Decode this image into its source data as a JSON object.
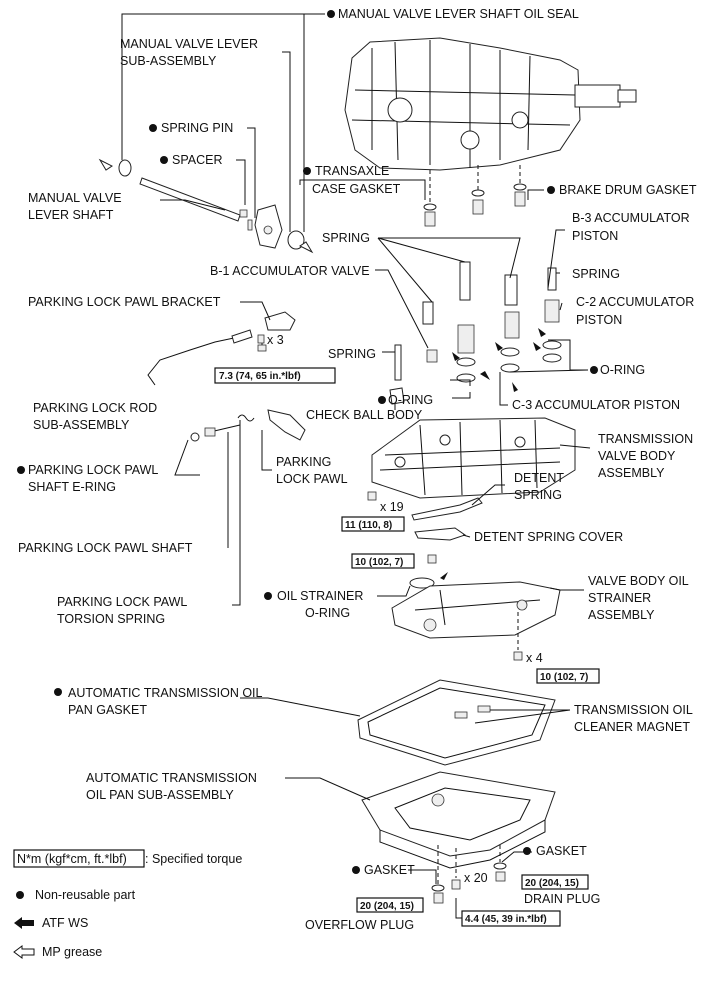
{
  "labels": {
    "manual_valve_lever_shaft_oil_seal": "MANUAL VALVE LEVER SHAFT OIL SEAL",
    "manual_valve_lever_line1": "MANUAL VALVE LEVER",
    "manual_valve_lever_line2": "SUB-ASSEMBLY",
    "spring_pin": "SPRING PIN",
    "spacer": "SPACER",
    "manual_valve_lever_shaft_line1": "MANUAL VALVE",
    "manual_valve_lever_shaft_line2": "LEVER SHAFT",
    "transaxle_case_gasket_line1": "TRANSAXLE",
    "transaxle_case_gasket_line2": "CASE GASKET",
    "brake_drum_gasket": "BRAKE DRUM GASKET",
    "b3_accumulator_piston_line1": "B-3 ACCUMULATOR",
    "b3_accumulator_piston_line2": "PISTON",
    "spring_top": "SPRING",
    "b1_accumulator_valve": "B-1 ACCUMULATOR VALVE",
    "spring_right": "SPRING",
    "c2_accumulator_piston_line1": "C-2 ACCUMULATOR",
    "c2_accumulator_piston_line2": "PISTON",
    "parking_lock_pawl_bracket": "PARKING LOCK PAWL BRACKET",
    "o_ring_right": "O-RING",
    "spring_left": "SPRING",
    "o_ring_left": "O-RING",
    "c3_accumulator_piston": "C-3 ACCUMULATOR PISTON",
    "parking_lock_rod_line1": "PARKING LOCK ROD",
    "parking_lock_rod_line2": "SUB-ASSEMBLY",
    "check_ball_body": "CHECK BALL BODY",
    "transmission_valve_body_line1": "TRANSMISSION",
    "transmission_valve_body_line2": "VALVE BODY",
    "transmission_valve_body_line3": "ASSEMBLY",
    "parking_lock_pawl_shaft_ering_line1": "PARKING LOCK PAWL",
    "parking_lock_pawl_shaft_ering_line2": "SHAFT E-RING",
    "parking_lock_pawl_line1": "PARKING",
    "parking_lock_pawl_line2": "LOCK PAWL",
    "detent_spring_line1": "DETENT",
    "detent_spring_line2": "SPRING",
    "detent_spring_cover": "DETENT SPRING COVER",
    "parking_lock_pawl_shaft": "PARKING LOCK PAWL SHAFT",
    "oil_strainer_oring_line1": "OIL STRAINER",
    "oil_strainer_oring_line2": "O-RING",
    "valve_body_oil_strainer_line1": "VALVE BODY OIL",
    "valve_body_oil_strainer_line2": "STRAINER",
    "valve_body_oil_strainer_line3": "ASSEMBLY",
    "parking_lock_pawl_torsion_spring_line1": "PARKING LOCK PAWL",
    "parking_lock_pawl_torsion_spring_line2": "TORSION SPRING",
    "oil_pan_gasket_line1": "AUTOMATIC TRANSMISSION OIL",
    "oil_pan_gasket_line2": "PAN GASKET",
    "oil_cleaner_magnet_line1": "TRANSMISSION OIL",
    "oil_cleaner_magnet_line2": "CLEANER MAGNET",
    "oil_pan_line1": "AUTOMATIC TRANSMISSION",
    "oil_pan_line2": "OIL PAN SUB-ASSEMBLY",
    "gasket_right": "GASKET",
    "gasket_left": "GASKET",
    "drain_plug": "DRAIN PLUG",
    "overflow_plug": "OVERFLOW PLUG"
  },
  "quantities": {
    "bracket_bolts": "x 3",
    "valve_body_bolts": "x 19",
    "strainer_bolts": "x 4",
    "pan_bolts": "x 20"
  },
  "torques": {
    "bracket": "7.3 (74, 65 in.*lbf)",
    "valve_body": "11 (110, 8)",
    "detent_cover": "10 (102, 7)",
    "strainer": "10 (102, 7)",
    "drain_plug": "20 (204, 15)",
    "overflow_plug": "20 (204, 15)",
    "pan": "4.4 (45, 39 in.*lbf)"
  },
  "legend": {
    "torque_unit": "N*m (kgf*cm, ft.*lbf)",
    "torque_desc": ": Specified torque",
    "non_reusable": "Non-reusable part",
    "atf_ws": "ATF WS",
    "mp_grease": "MP grease"
  }
}
